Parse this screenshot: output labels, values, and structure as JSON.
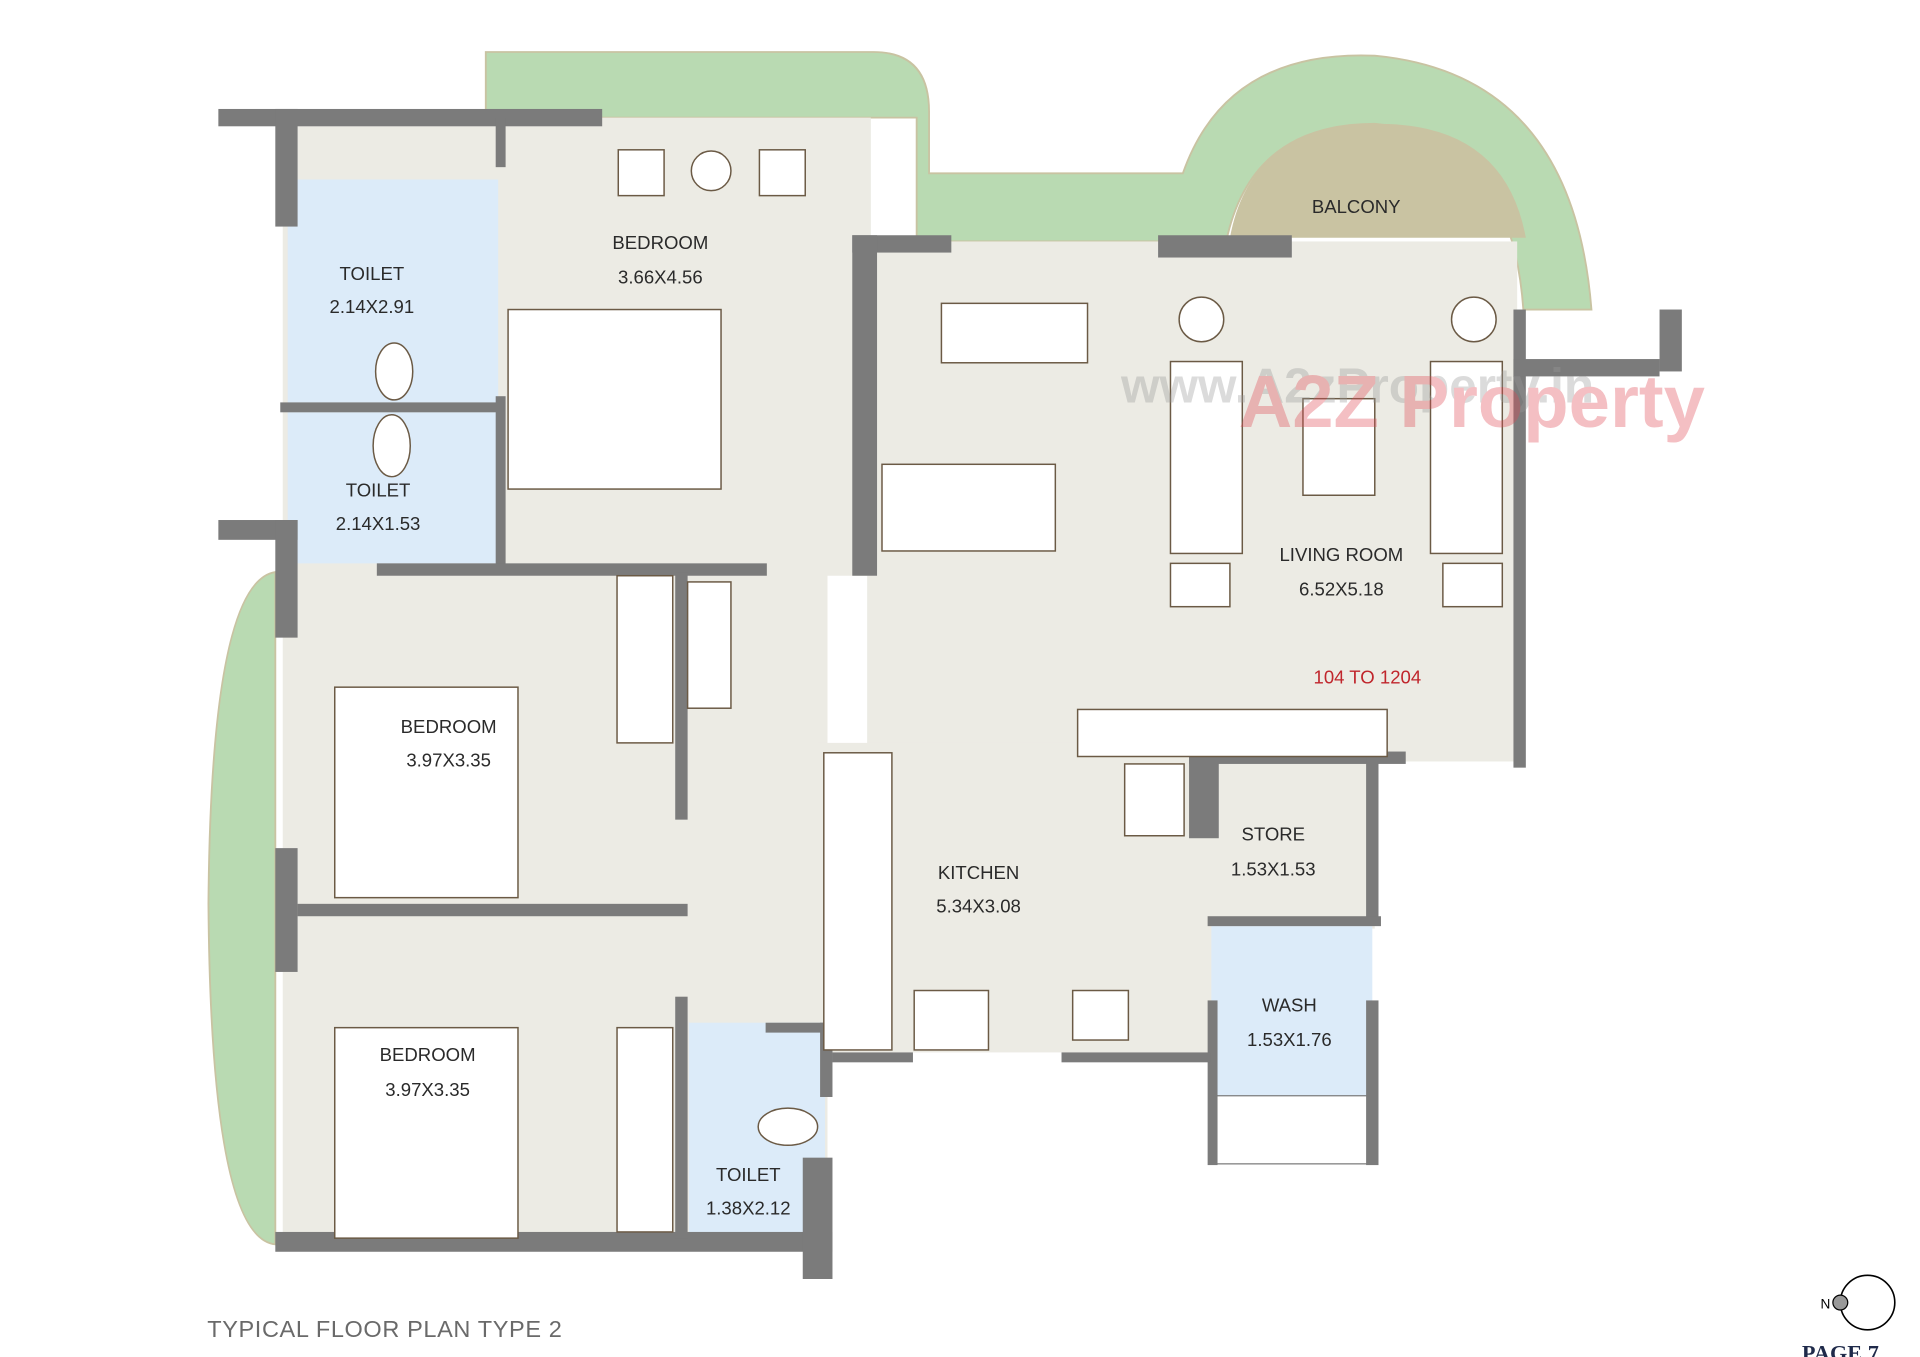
{
  "plan": {
    "title": "TYPICAL FLOOR PLAN TYPE 2",
    "page": "PAGE 7",
    "compass_label": "N",
    "floors_note": "104 TO 1204",
    "watermark_url": "www.A2zProperty.in",
    "watermark_logo": "A2Z Property"
  },
  "rooms": {
    "bedroom_master": {
      "name": "BEDROOM",
      "size": "3.66X4.56"
    },
    "toilet_1": {
      "name": "TOILET",
      "size": "2.14X2.91"
    },
    "toilet_2": {
      "name": "TOILET",
      "size": "2.14X1.53"
    },
    "balcony": {
      "name": "BALCONY"
    },
    "living": {
      "name": "LIVING ROOM",
      "size": "6.52X5.18"
    },
    "bedroom_2": {
      "name": "BEDROOM",
      "size": "3.97X3.35"
    },
    "bedroom_3": {
      "name": "BEDROOM",
      "size": "3.97X3.35"
    },
    "kitchen": {
      "name": "KITCHEN",
      "size": "5.34X3.08"
    },
    "store": {
      "name": "STORE",
      "size": "1.53X1.53"
    },
    "wash": {
      "name": "WASH",
      "size": "1.53X1.76"
    },
    "toilet_3": {
      "name": "TOILET",
      "size": "1.38X2.12"
    }
  },
  "colors": {
    "floor": "#ecebe4",
    "terrace": "#b9dab2",
    "balcony": "#c9c3a2",
    "wet_area": "#dcebf9",
    "wall": "#7b7b7b",
    "note": "#c0262c"
  }
}
